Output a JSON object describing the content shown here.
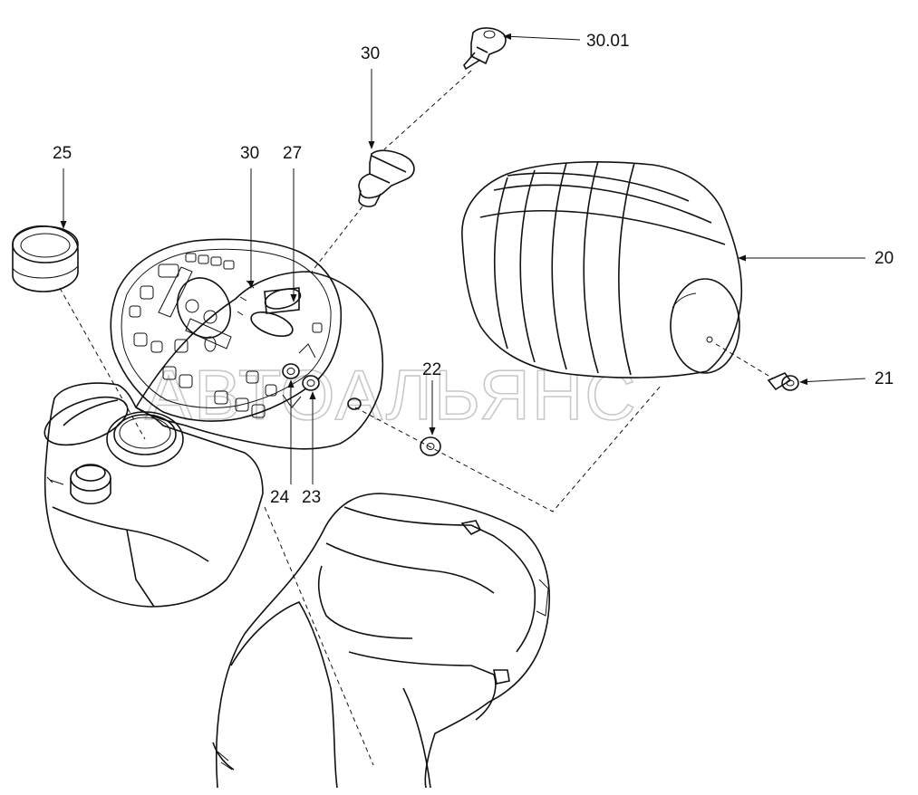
{
  "diagram": {
    "watermark": "АВТОАЛЬЯНС",
    "callouts": {
      "c30_01": "30.01",
      "c30_top": "30",
      "c25": "25",
      "c30_mid": "30",
      "c27": "27",
      "c20": "20",
      "c21": "21",
      "c22": "22",
      "c24": "24",
      "c23": "23"
    },
    "colors": {
      "line": "#111111",
      "watermark": "#c8c8c8",
      "background": "#ffffff"
    }
  }
}
